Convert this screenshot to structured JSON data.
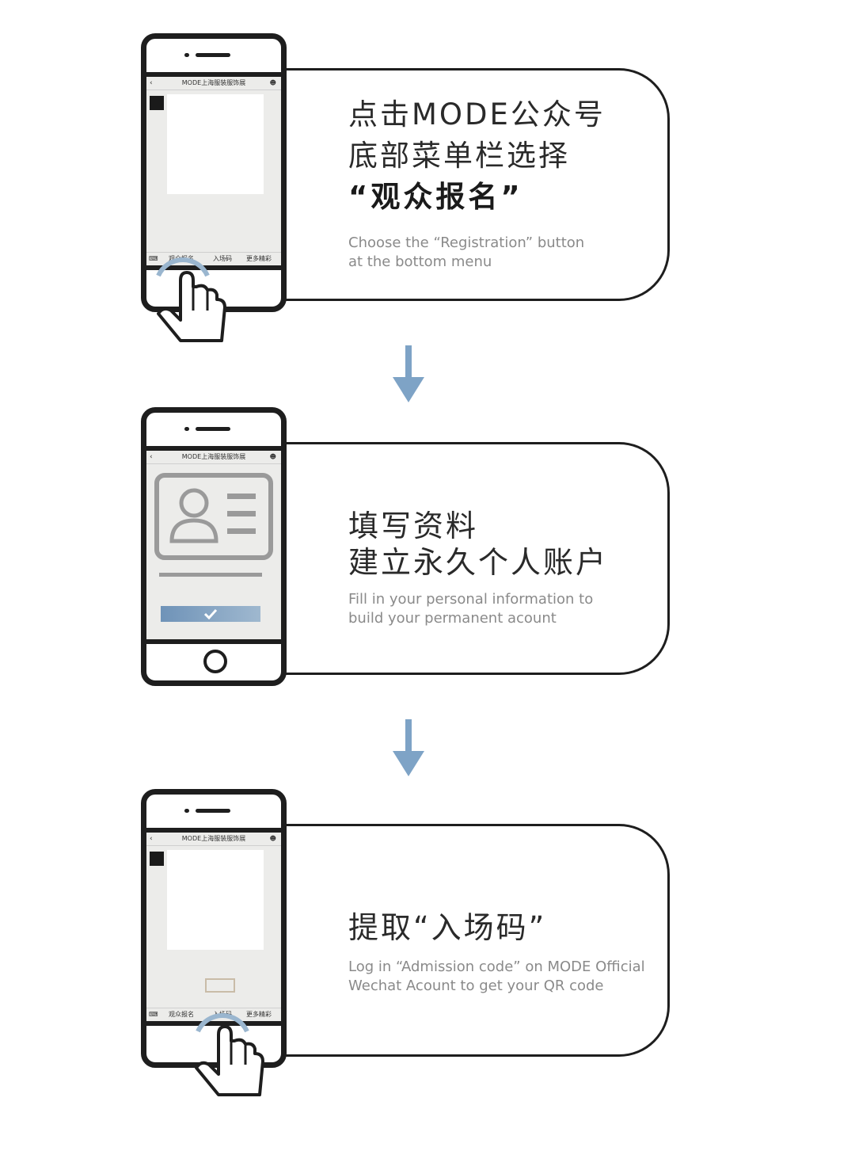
{
  "steps": [
    {
      "zh_lines": [
        "点击MODE公众号",
        "底部菜单栏选择"
      ],
      "zh_bold": "“观众报名”",
      "en_lines": [
        "Choose the “Registration” button",
        "at the bottom menu"
      ],
      "screen_title": "MODE上海服装服饰展",
      "menu": [
        "观众报名",
        "入场码",
        "更多精彩"
      ]
    },
    {
      "zh_lines": [
        "填写资料",
        "建立永久个人账户"
      ],
      "en_lines": [
        "Fill in your personal information to",
        "build your permanent acount"
      ],
      "screen_title": "MODE上海服装服饰展"
    },
    {
      "zh_lines": [
        "提取“入场码”"
      ],
      "en_lines": [
        "Log in “Admission code” on MODE Official",
        "Wechat Acount to get your QR code"
      ],
      "screen_title": "MODE上海服装服饰展",
      "menu": [
        "观众报名",
        "入场码",
        "更多精彩"
      ]
    }
  ],
  "icons": {
    "back": "chevron-left-icon",
    "person": "person-icon",
    "keyboard": "keyboard-icon",
    "check": "checkmark-icon",
    "arrow": "arrow-down-icon",
    "hand": "pointing-hand-icon"
  },
  "colors": {
    "arrow": "#7ea3c6",
    "ring": "#9ab6cf",
    "outline": "#1e1e1e",
    "id_card": "#9a9a9a",
    "button": "#6f93b8"
  }
}
